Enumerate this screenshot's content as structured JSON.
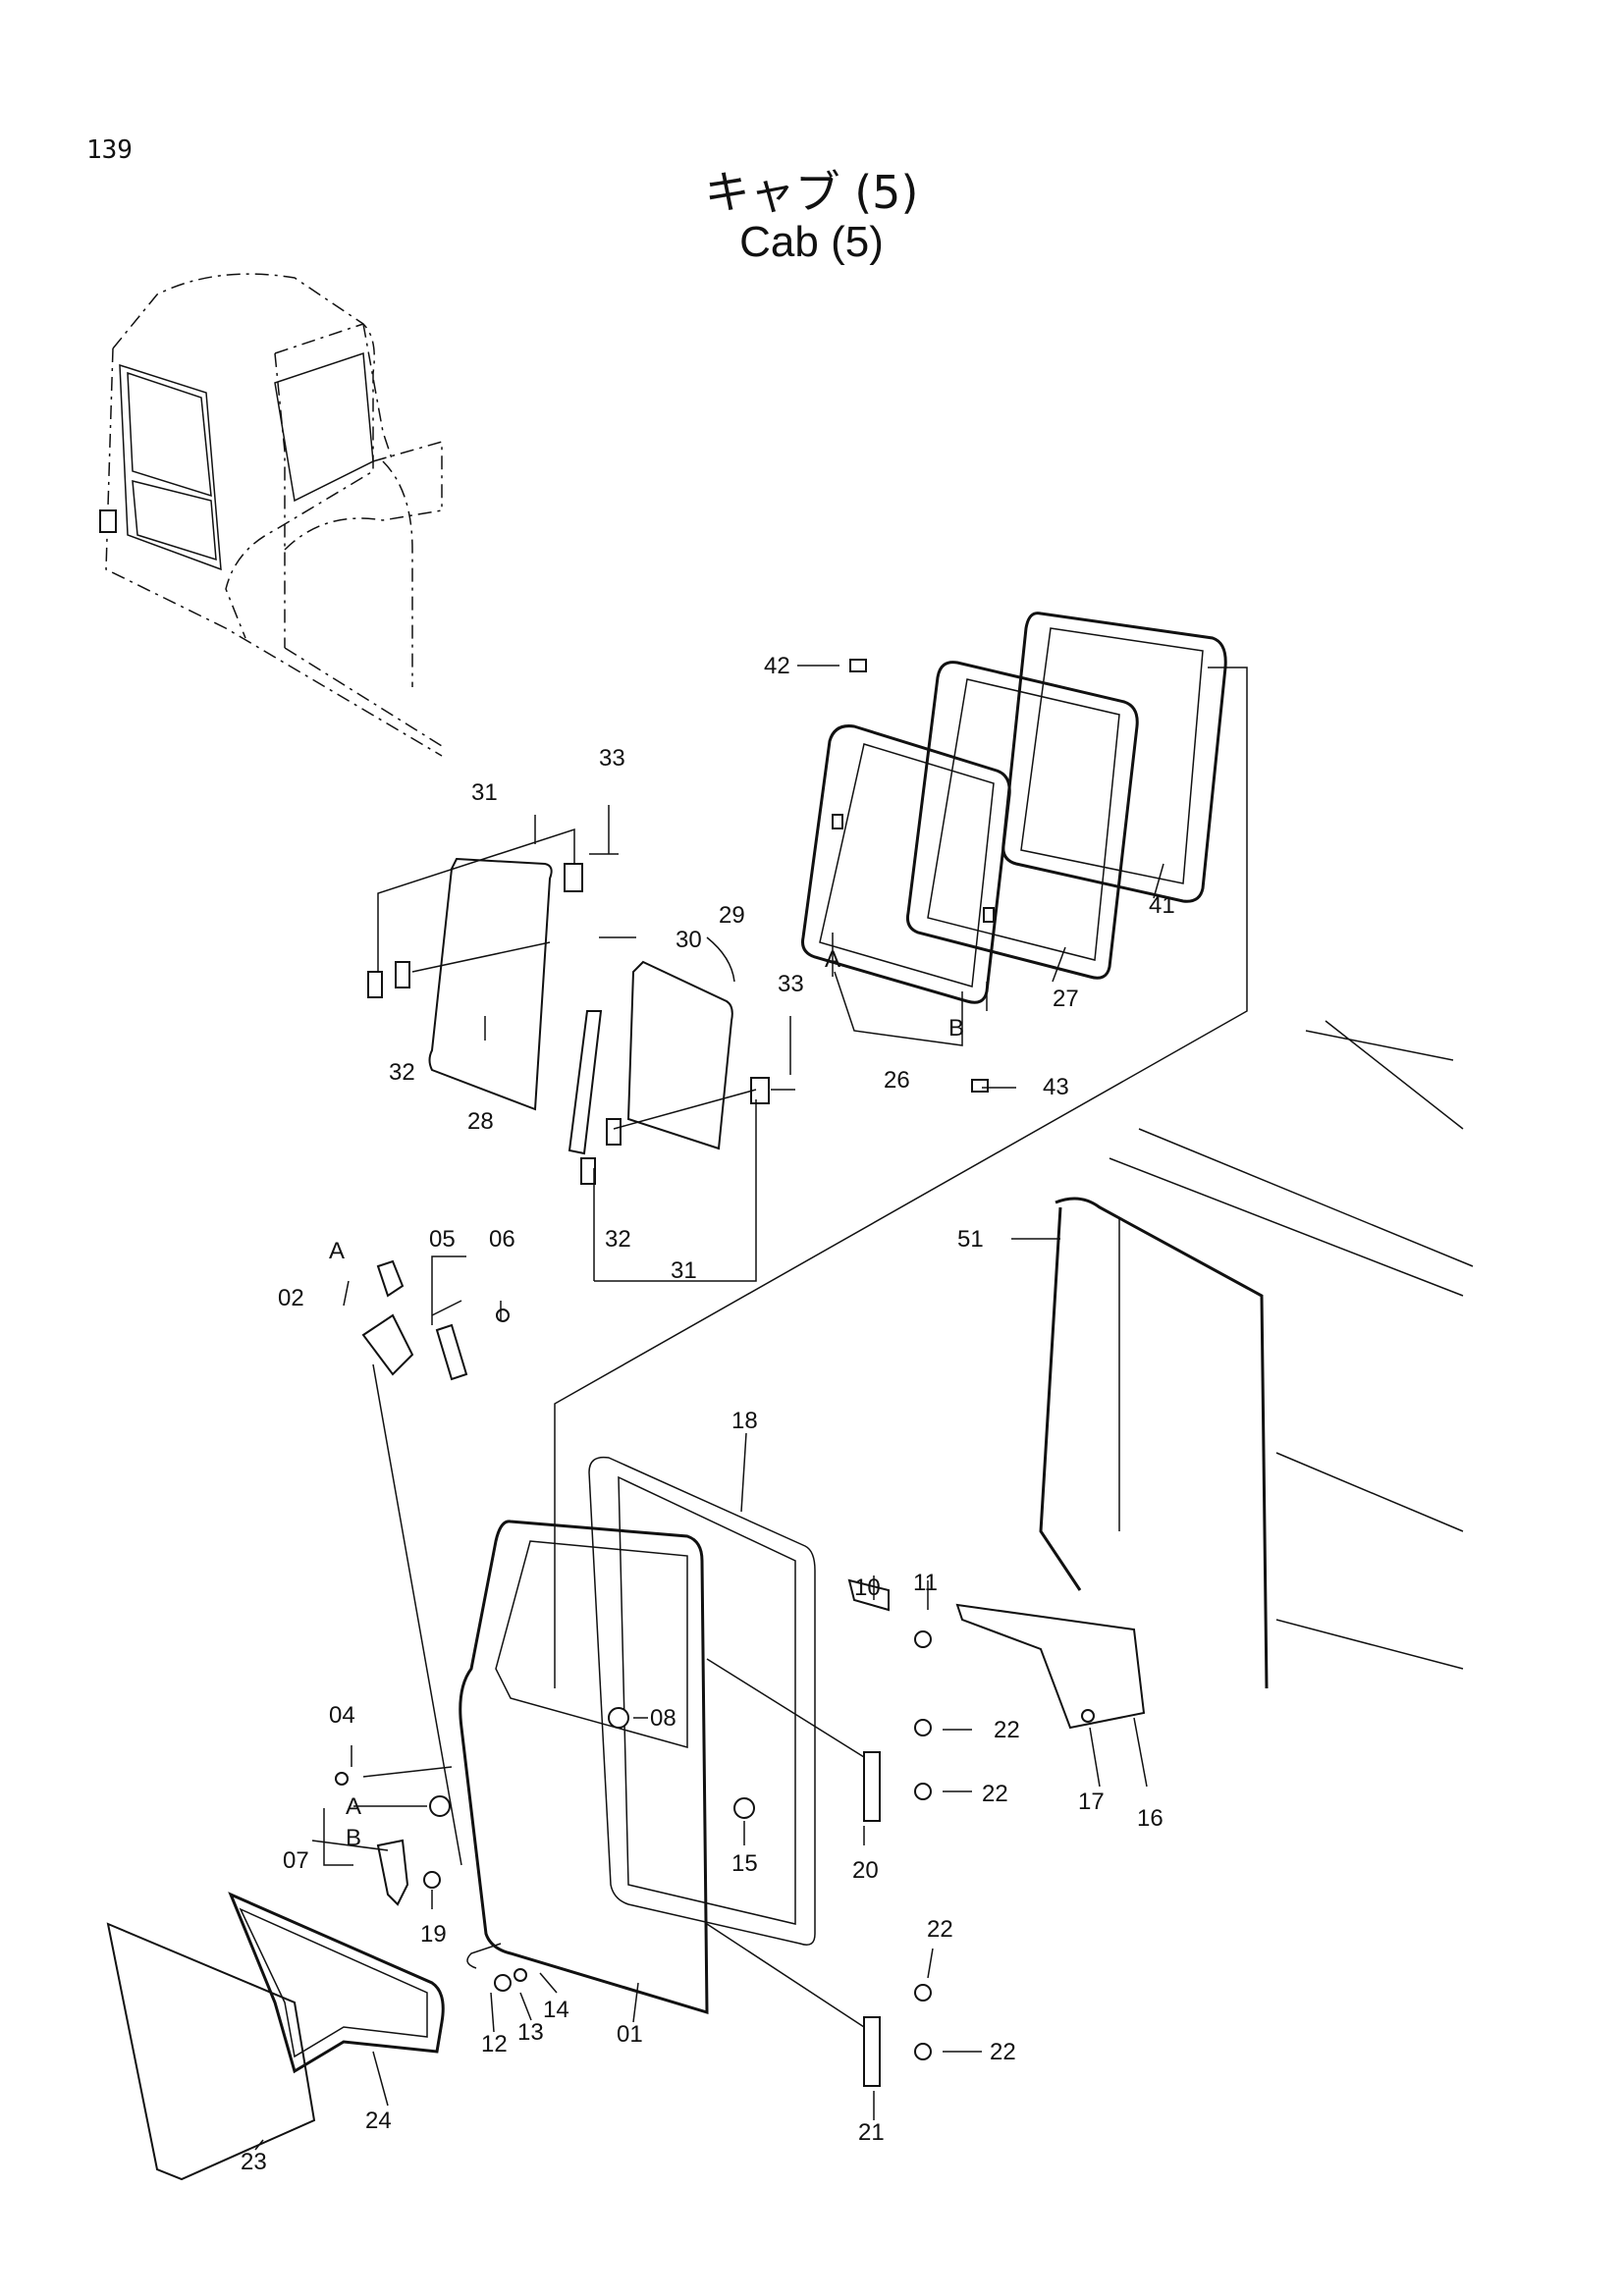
{
  "header": {
    "page_number": "139",
    "title_jp": "キャブ (5)",
    "title_en": "Cab (5)"
  },
  "parts": {
    "p01": "01",
    "p02": "02",
    "p04": "04",
    "p05": "05",
    "p06": "06",
    "p07": "07",
    "p08": "08",
    "p10": "10",
    "p11": "11",
    "p12": "12",
    "p13": "13",
    "p14": "14",
    "p15": "15",
    "p16": "16",
    "p17": "17",
    "p18": "18",
    "p19": "19",
    "p20": "20",
    "p21": "21",
    "p22a": "22",
    "p22b": "22",
    "p22c": "22",
    "p22d": "22",
    "p23": "23",
    "p24": "24",
    "p26": "26",
    "p27": "27",
    "p28": "28",
    "p29": "29",
    "p30": "30",
    "p31a": "31",
    "p31b": "31",
    "p32a": "32",
    "p32b": "32",
    "p33a": "33",
    "p33b": "33",
    "p41": "41",
    "p42": "42",
    "p43": "43",
    "p51": "51",
    "refA1": "A",
    "refB1": "B",
    "refA2": "A",
    "refA3": "A",
    "refB3": "B"
  }
}
